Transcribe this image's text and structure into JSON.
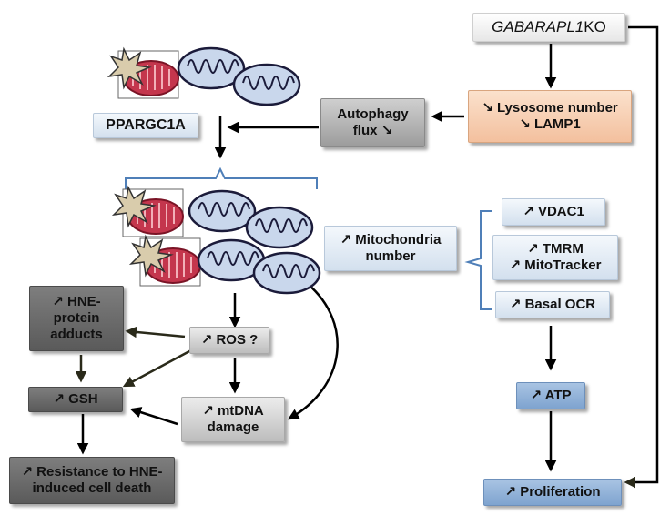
{
  "nodes": {
    "gabarapl1_gene": "GABARAPL1",
    "gabarapl1_ko": " KO",
    "lysosome": "↘ Lysosome number\n↘ LAMP1",
    "autophagy": "Autophagy\nflux ↘",
    "ppargc1a": "PPARGC1A",
    "mito_number": "↗ Mitochondria\nnumber",
    "vdac1": "↗ VDAC1",
    "tmrm": "↗ TMRM\n↗ MitoTracker",
    "basal_ocr": "↗ Basal OCR",
    "atp": "↗ ATP",
    "proliferation": "↗ Proliferation",
    "ros": "↗ ROS ?",
    "mtdna": "↗ mtDNA\ndamage",
    "hne_adducts": "↗ HNE-\nprotein\nadducts",
    "gsh": "↗ GSH",
    "resistance": "↗ Resistance to HNE-\ninduced cell death"
  },
  "colors": {
    "arrow": "#000000",
    "bracket": "#4f7fb8",
    "mito_fill": "#c9d7ec",
    "mito_stroke": "#1b1b3a",
    "damaged_fill": "#c4364d",
    "damaged_stroke": "#7a1426",
    "burst_fill": "#d9ccac"
  },
  "icons": [
    "damaged-mitochondrion-icon",
    "mitochondrion-icon",
    "damage-burst-icon"
  ]
}
